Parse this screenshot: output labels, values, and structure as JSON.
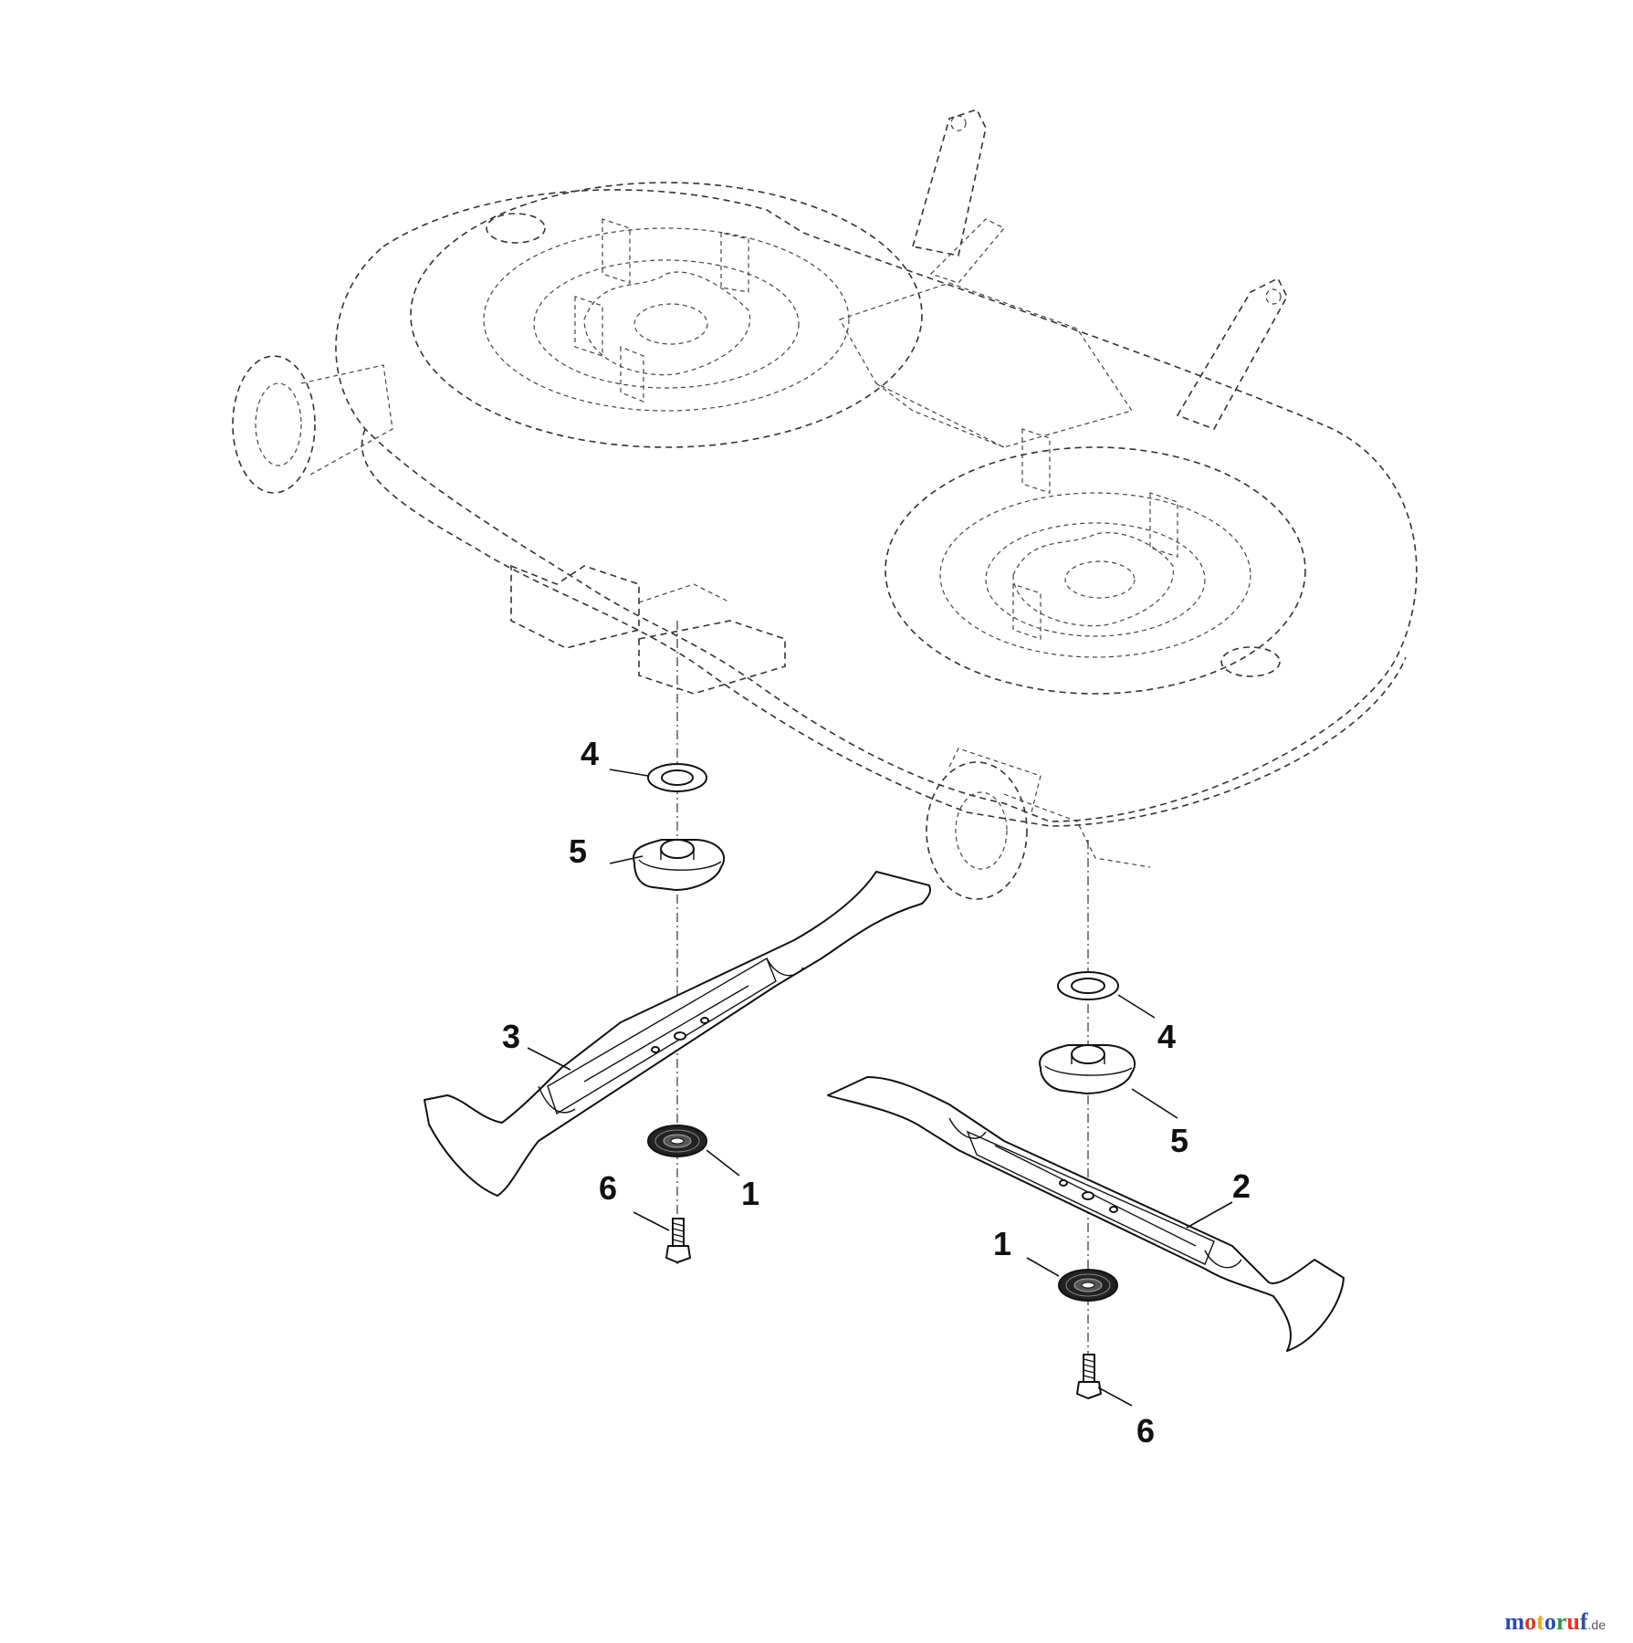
{
  "callouts": {
    "left_4": "4",
    "left_5": "5",
    "left_3": "3",
    "left_1": "1",
    "left_6": "6",
    "right_4": "4",
    "right_5": "5",
    "right_2": "2",
    "right_1": "1",
    "right_6": "6"
  },
  "watermark": {
    "main": "motoruf",
    "suffix": ".de",
    "colors": [
      "#2d4fa3",
      "#d33b2c",
      "#f0a81c",
      "#2d4fa3",
      "#2f9a45",
      "#d33b2c",
      "#2d4fa3"
    ]
  }
}
